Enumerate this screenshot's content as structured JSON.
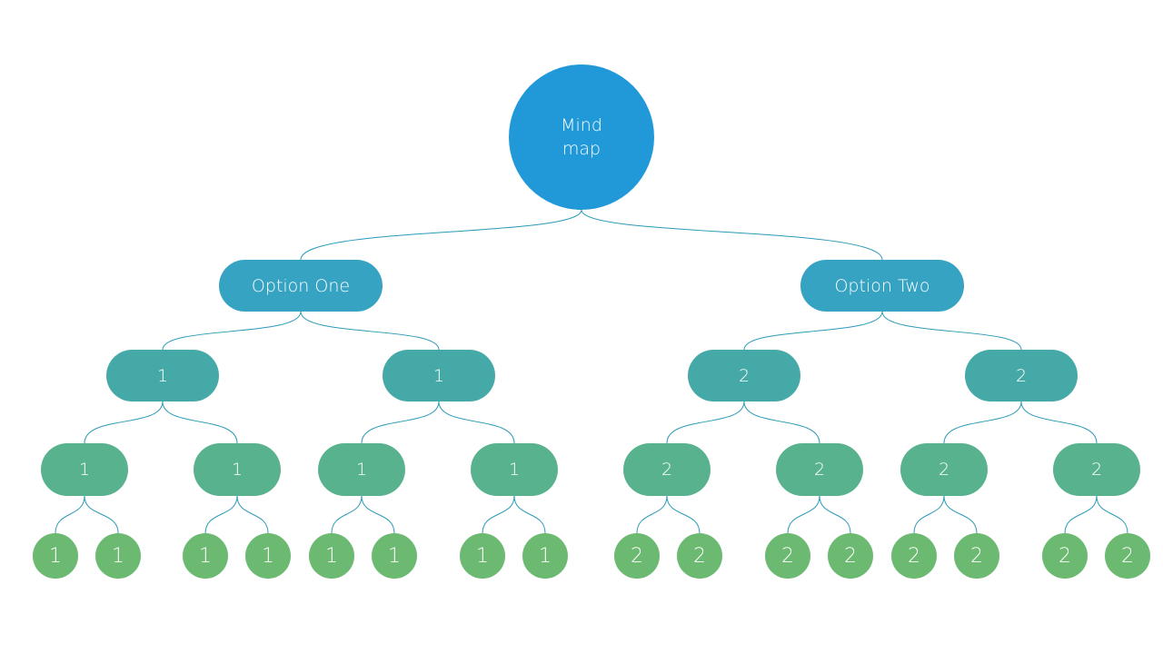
{
  "colors": {
    "connector": "#2b9ab6",
    "root": "#2199d8",
    "option": "#36a3c3",
    "level2": "#45a9a7",
    "level3": "#59b28e",
    "leaf": "#6cb971"
  },
  "mindmap": {
    "root": {
      "label": "Mind map"
    },
    "options": [
      {
        "label": "Option One",
        "children": [
          {
            "label": "1",
            "children": [
              {
                "label": "1",
                "leaves": [
                  "1",
                  "1"
                ]
              },
              {
                "label": "1",
                "leaves": [
                  "1",
                  "1"
                ]
              }
            ]
          },
          {
            "label": "1",
            "children": [
              {
                "label": "1",
                "leaves": [
                  "1",
                  "1"
                ]
              },
              {
                "label": "1",
                "leaves": [
                  "1",
                  "1"
                ]
              }
            ]
          }
        ]
      },
      {
        "label": "Option Two",
        "children": [
          {
            "label": "2",
            "children": [
              {
                "label": "2",
                "leaves": [
                  "2",
                  "2"
                ]
              },
              {
                "label": "2",
                "leaves": [
                  "2",
                  "2"
                ]
              }
            ]
          },
          {
            "label": "2",
            "children": [
              {
                "label": "2",
                "leaves": [
                  "2",
                  "2"
                ]
              },
              {
                "label": "2",
                "leaves": [
                  "2",
                  "2"
                ]
              }
            ]
          }
        ]
      }
    ]
  }
}
